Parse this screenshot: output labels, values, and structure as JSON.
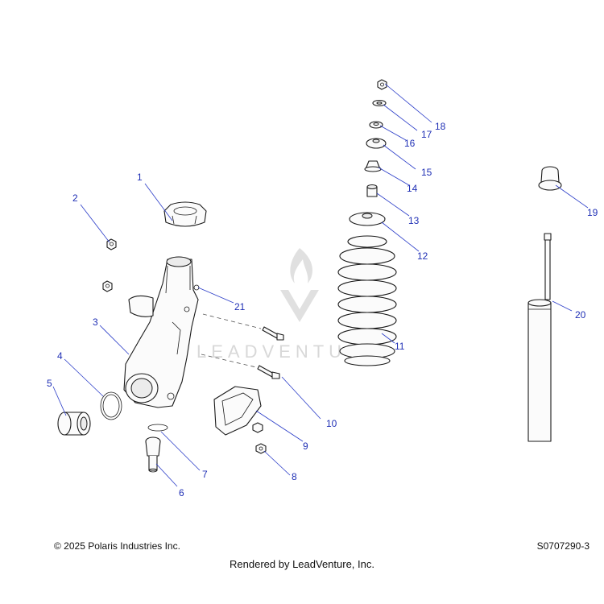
{
  "footer": {
    "copyright": "© 2025 Polaris Industries Inc.",
    "drawing_id": "S0707290-3",
    "rendered_by": "Rendered by LeadVenture, Inc."
  },
  "watermark": {
    "text": "LEADVENTURE"
  },
  "callouts": [
    "1",
    "2",
    "3",
    "4",
    "5",
    "6",
    "7",
    "8",
    "9",
    "10",
    "11",
    "12",
    "13",
    "14",
    "15",
    "16",
    "17",
    "18",
    "19",
    "20",
    "21"
  ],
  "colors": {
    "callout": "#1f2fb5",
    "line": "#1a1a1a",
    "watermark": "#cfcfcf"
  }
}
